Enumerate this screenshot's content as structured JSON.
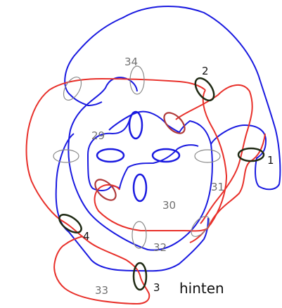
{
  "colors": {
    "blue_curve": "#1a1ae0",
    "red_curve": "#e8302a",
    "gray_ring": "#8a8a8a",
    "dark_ring": "#1f2a14",
    "red_ring": "#b03a3a"
  },
  "labels": {
    "n1": "1",
    "n2": "2",
    "n3": "3",
    "n4": "4",
    "n29": "29",
    "n30": "30",
    "n31": "31",
    "n32": "32",
    "n33": "33",
    "n34": "34",
    "caption": "hinten"
  }
}
